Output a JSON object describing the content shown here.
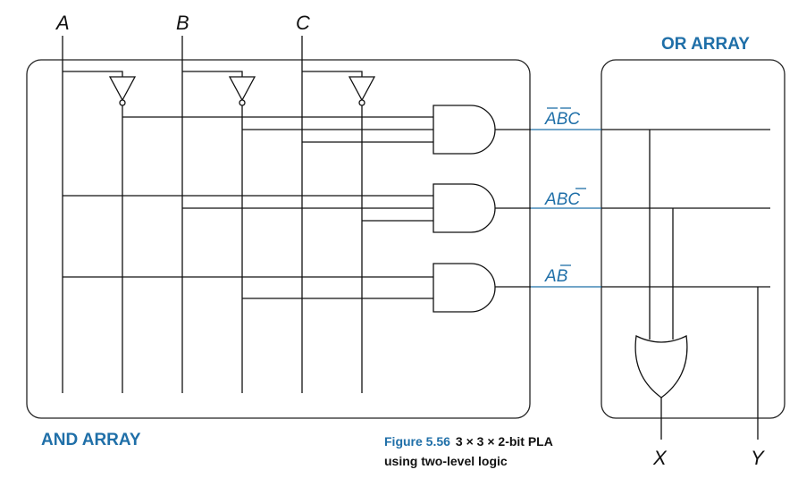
{
  "inputs": {
    "a": "A",
    "b": "B",
    "c": "C"
  },
  "outputs": {
    "x": "X",
    "y": "Y"
  },
  "headings": {
    "or_array": "OR ARRAY",
    "and_array": "AND ARRAY"
  },
  "terms": {
    "t1": {
      "letters": [
        "A",
        "B",
        "C"
      ],
      "overbar": [
        true,
        true,
        false
      ]
    },
    "t2": {
      "letters": [
        "A",
        "B",
        "C"
      ],
      "overbar": [
        false,
        false,
        true
      ]
    },
    "t3": {
      "letters": [
        "A",
        "B"
      ],
      "overbar": [
        false,
        true
      ]
    }
  },
  "caption": {
    "figure": "Figure 5.56",
    "title_line1": "3 × 3 × 2-bit PLA",
    "title_line2": "using two-level logic"
  },
  "colors": {
    "accent": "#1f6fa8",
    "ink": "#111111"
  }
}
